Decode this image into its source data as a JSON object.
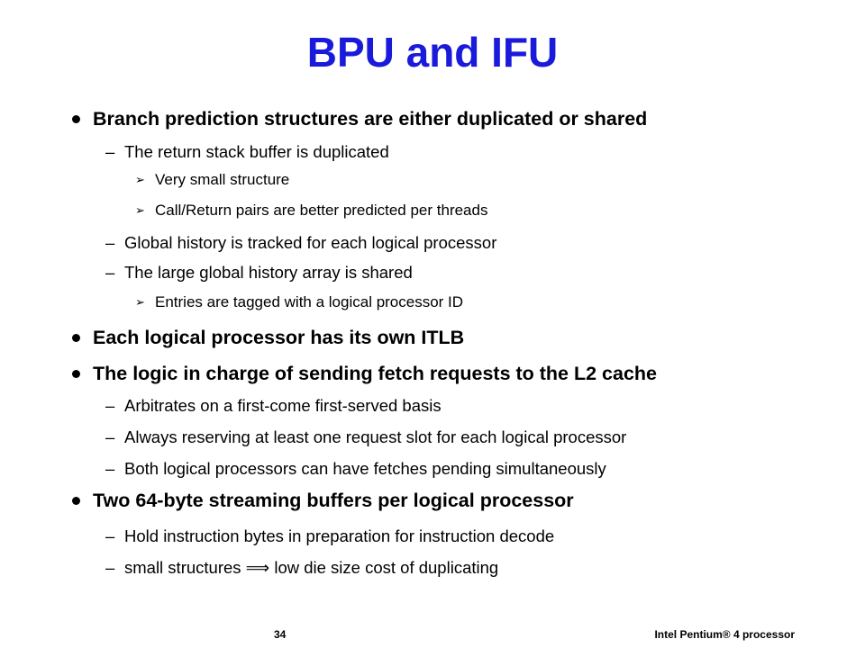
{
  "slide": {
    "title": "BPU and IFU",
    "bullets": [
      {
        "level": 1,
        "marker": "",
        "text": "Branch prediction structures are either duplicated or shared"
      },
      {
        "level": 2,
        "marker": "–",
        "text": "The return stack buffer is duplicated"
      },
      {
        "level": 3,
        "marker": "➢",
        "text": "Very small structure"
      },
      {
        "level": 3,
        "marker": "➢",
        "text": "Call/Return pairs are better predicted per threads"
      },
      {
        "level": 2,
        "marker": "–",
        "text": "Global history is tracked for each logical processor"
      },
      {
        "level": 2,
        "marker": "–",
        "text": "The large global history array is shared"
      },
      {
        "level": 3,
        "marker": "➢",
        "text": "Entries are tagged with a logical processor ID"
      },
      {
        "level": 1,
        "marker": "",
        "text": "Each logical processor has its own ITLB"
      },
      {
        "level": 1,
        "marker": "",
        "text": "The logic in charge of sending fetch requests to the L2 cache"
      },
      {
        "level": 2,
        "marker": "–",
        "text": "Arbitrates on a first-come first-served basis"
      },
      {
        "level": 2,
        "marker": "–",
        "text": "Always reserving at least one request slot for each logical processor"
      },
      {
        "level": 2,
        "marker": "–",
        "text": "Both logical processors can have fetches pending simultaneously"
      },
      {
        "level": 1,
        "marker": "",
        "text": "Two 64-byte streaming buffers per logical processor"
      },
      {
        "level": 2,
        "marker": "–",
        "text": "Hold instruction bytes in preparation for instruction decode"
      },
      {
        "level": 2,
        "marker": "–",
        "text": "small structures ⟹ low die size cost of duplicating"
      }
    ]
  },
  "footer": {
    "page_number": "34",
    "product": "Intel Pentium® 4 processor"
  },
  "colors": {
    "title": "#1a1adb",
    "text": "#000000",
    "background": "#ffffff"
  }
}
